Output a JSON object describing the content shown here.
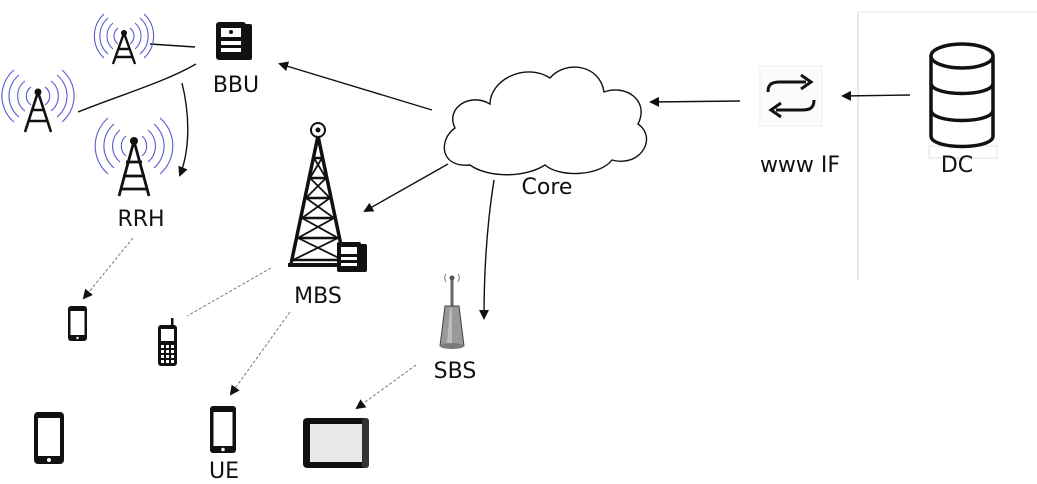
{
  "labels": {
    "bbu": "BBU",
    "rrh": "RRH",
    "mbs": "MBS",
    "core": "Core",
    "www_if": "www IF",
    "dc": "DC",
    "sbs": "SBS",
    "ue": "UE"
  },
  "colors": {
    "line": "#111111",
    "radio_waves": "#5a5ad0",
    "separator": "#d0d0d0",
    "sbs_body": "#9a9a9a"
  }
}
